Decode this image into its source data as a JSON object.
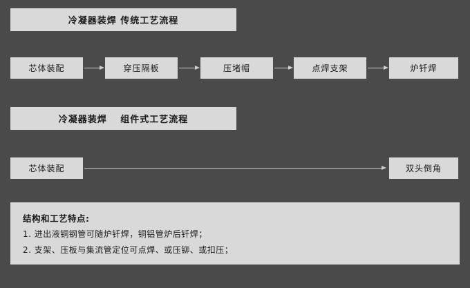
{
  "palette": {
    "background": "#4a4a4a",
    "box_bg": "#d9d9d9",
    "text": "#1a1a1a",
    "arrow": "#cfcfcf"
  },
  "flow1": {
    "title": "冷凝器装焊  传统工艺流程",
    "steps": [
      "芯体装配",
      "穿压隔板",
      "压堵帽",
      "点焊支架",
      "炉钎焊"
    ]
  },
  "flow2": {
    "title": "冷凝器装焊　 组件式工艺流程",
    "steps": [
      "芯体装配",
      "双头倒角"
    ]
  },
  "notes": {
    "title": "结构和工艺特点:",
    "lines": [
      "1. 进出液铜钢管可随炉钎焊，铜铝管炉后钎焊；",
      "2. 支架、压板与集流管定位可点焊、或压铆、或扣压；"
    ]
  }
}
